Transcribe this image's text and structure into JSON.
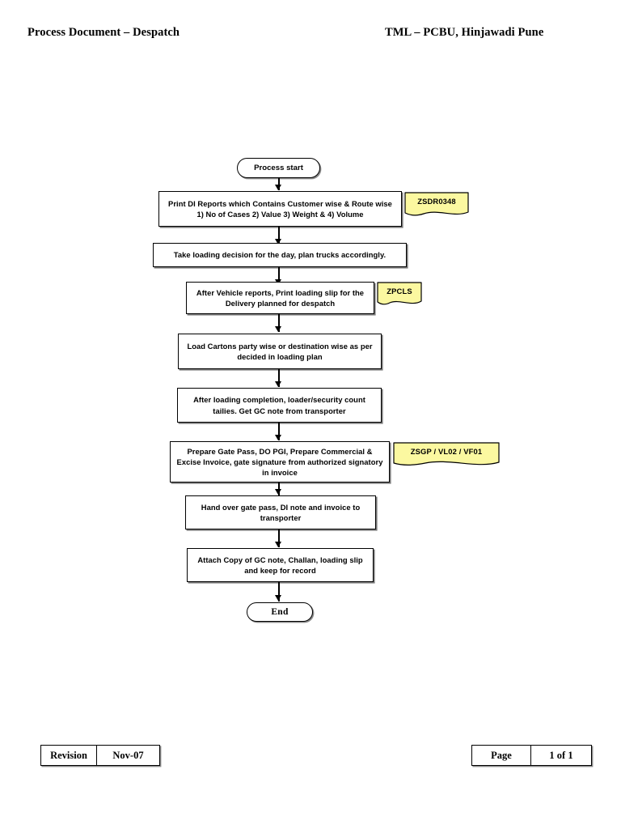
{
  "header": {
    "left_title": "Process Document – Despatch",
    "right_title": "TML – PCBU, Hinjawadi Pune"
  },
  "flowchart": {
    "type": "flowchart",
    "orientation": "top-to-bottom",
    "nodes": [
      {
        "id": "start",
        "shape": "terminator",
        "text": "Process start"
      },
      {
        "id": "step1",
        "shape": "process",
        "text": "Print DI Reports which Contains Customer wise & Route wise 1) No of Cases 2) Value 3) Weight & 4) Volume"
      },
      {
        "id": "step2",
        "shape": "process",
        "text": "Take loading decision for the day, plan trucks accordingly."
      },
      {
        "id": "step3",
        "shape": "process",
        "text": "After Vehicle reports, Print loading slip for the Delivery planned for despatch"
      },
      {
        "id": "step4",
        "shape": "process",
        "text": "Load Cartons party wise or destination wise as per decided in loading plan"
      },
      {
        "id": "step5",
        "shape": "process",
        "text": "After loading completion, loader/security count tailies. Get GC note from transporter"
      },
      {
        "id": "step6",
        "shape": "process",
        "text": "Prepare Gate Pass, DO PGI, Prepare Commercial & Excise Invoice, gate signature from authorized signatory in invoice"
      },
      {
        "id": "step7",
        "shape": "process",
        "text": "Hand over gate pass, DI note and invoice to transporter"
      },
      {
        "id": "step8",
        "shape": "process",
        "text": "Attach Copy of GC note, Challan, loading slip and keep for record"
      },
      {
        "id": "end",
        "shape": "terminator",
        "text": "End"
      }
    ],
    "annotations": [
      {
        "id": "note1",
        "attached_to": "step1",
        "text": "ZSDR0348"
      },
      {
        "id": "note2",
        "attached_to": "step3",
        "text": "ZPCLS"
      },
      {
        "id": "note3",
        "attached_to": "step6",
        "text": "ZSGP / VL02 / VF01"
      }
    ],
    "edges": [
      {
        "from": "start",
        "to": "step1"
      },
      {
        "from": "step1",
        "to": "step2"
      },
      {
        "from": "step2",
        "to": "step3"
      },
      {
        "from": "step3",
        "to": "step4"
      },
      {
        "from": "step4",
        "to": "step5"
      },
      {
        "from": "step5",
        "to": "step6"
      },
      {
        "from": "step6",
        "to": "step7"
      },
      {
        "from": "step7",
        "to": "step8"
      },
      {
        "from": "step8",
        "to": "end"
      }
    ],
    "colors": {
      "note_fill": "#fbf8a0",
      "note_stroke": "#000000",
      "box_stroke": "#000000",
      "box_fill": "#ffffff",
      "shadow": "#7a7a7a"
    }
  },
  "footer": {
    "revision": {
      "label": "Revision",
      "value": "Nov-07"
    },
    "page": {
      "label": "Page",
      "value": "1 of 1"
    }
  }
}
